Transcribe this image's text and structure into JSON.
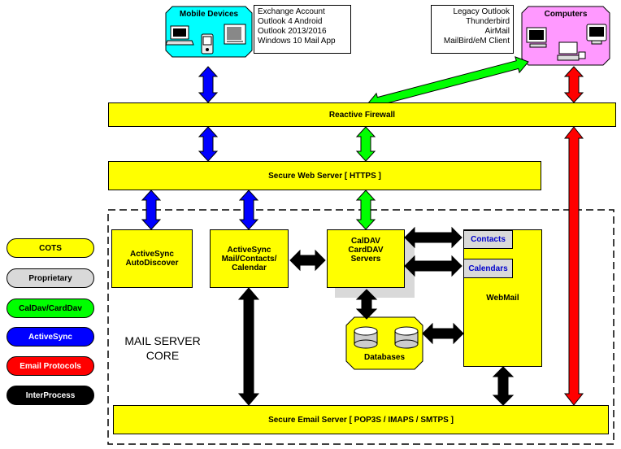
{
  "mobile": {
    "title": "Mobile Devices",
    "clients": [
      "Exchange Account",
      "Outlook 4 Android",
      "Outlook 2013/2016",
      "Windows 10 Mail App"
    ]
  },
  "computers": {
    "title": "Computers",
    "clients": [
      "Legacy Outlook",
      "Thunderbird",
      "AirMail",
      "MailBird/eM Client"
    ]
  },
  "firewall": "Reactive Firewall",
  "web_server": "Secure Web Server [ HTTPS ]",
  "email_server": "Secure Email Server [ POP3S / IMAPS / SMTPS ]",
  "core": {
    "title_line1": "MAIL SERVER",
    "title_line2": "CORE",
    "autodiscover": [
      "ActiveSync",
      "AutoDiscover"
    ],
    "activesync_mail": [
      "ActiveSync",
      "Mail/Contacts/",
      "Calendar"
    ],
    "caldav": [
      "CalDAV",
      "CardDAV",
      "Servers"
    ],
    "contacts": "Contacts",
    "calendars": "Calendars",
    "webmail": "WebMail",
    "databases": "Databases"
  },
  "legend": [
    {
      "label": "COTS",
      "color": "#ffff00",
      "text_color": "#000000"
    },
    {
      "label": "Proprietary",
      "color": "#d9d9d9",
      "text_color": "#000000"
    },
    {
      "label": "CalDav/CardDav",
      "color": "#00ff00",
      "text_color": "#000000"
    },
    {
      "label": "ActiveSync",
      "color": "#0000ff",
      "text_color": "#ffffff"
    },
    {
      "label": "Email Protocols",
      "color": "#ff0000",
      "text_color": "#ffffff"
    },
    {
      "label": "InterProcess",
      "color": "#000000",
      "text_color": "#ffffff"
    }
  ],
  "colors": {
    "cots": "#ffff00",
    "mobile_bg": "#00ffff",
    "computers_bg": "#ff99ff",
    "activesync": "#0000ff",
    "caldav": "#00ff00",
    "email": "#ff0000",
    "interprocess": "#000000"
  },
  "icons": {
    "mobile": [
      "laptop-icon",
      "pda-icon",
      "tablet-icon"
    ],
    "computers": [
      "desktop-computer-icon",
      "desktop-tower-icon",
      "monitor-icon"
    ]
  }
}
